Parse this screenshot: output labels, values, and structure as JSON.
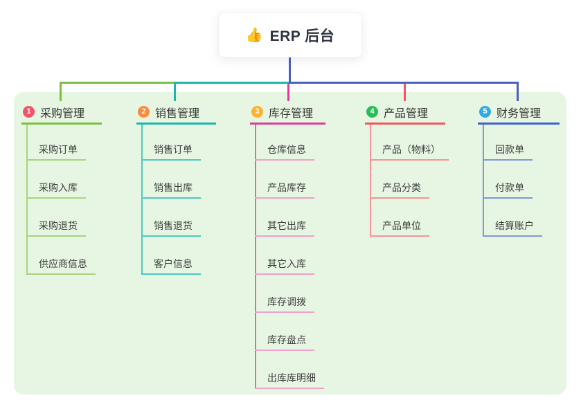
{
  "root": {
    "icon_name": "thumbs-up-icon",
    "icon_glyph": "👍",
    "title": "ERP 后台"
  },
  "colors": {
    "panel_bg": "#e7f6e2",
    "root_connector": "#4a5ec2"
  },
  "branches": [
    {
      "number": "1",
      "title": "采购管理",
      "badge_color": "#f4536e",
      "line_color": "#7cbe3e",
      "trunk_color": "#a6d57e",
      "child_line_color": "#a6d57e",
      "connector_color": "#7cbe3e",
      "children": [
        "采购订单",
        "采购入库",
        "采购退货",
        "供应商信息"
      ]
    },
    {
      "number": "2",
      "title": "销售管理",
      "badge_color": "#f98b3b",
      "line_color": "#1db5ac",
      "trunk_color": "#4cc9be",
      "child_line_color": "#4cc9be",
      "connector_color": "#1db5ac",
      "children": [
        "销售订单",
        "销售出库",
        "销售退货",
        "客户信息"
      ]
    },
    {
      "number": "3",
      "title": "库存管理",
      "badge_color": "#ffb02e",
      "line_color": "#de3b9d",
      "trunk_color": "#e566ad",
      "child_line_color": "#f0a0cc",
      "connector_color": "#de3b9d",
      "children": [
        "仓库信息",
        "产品库存",
        "其它出库",
        "其它入库",
        "库存调拨",
        "库存盘点",
        "出库库明细"
      ]
    },
    {
      "number": "4",
      "title": "产品管理",
      "badge_color": "#2abd57",
      "line_color": "#f6535e",
      "trunk_color": "#f79298",
      "child_line_color": "#f79298",
      "connector_color": "#f6535e",
      "children": [
        "产品（物料）",
        "产品分类",
        "产品单位"
      ]
    },
    {
      "number": "5",
      "title": "财务管理",
      "badge_color": "#32abe2",
      "line_color": "#3d60d2",
      "trunk_color": "#8097d8",
      "child_line_color": "#8097d8",
      "connector_color": "#4a5ec2",
      "children": [
        "回款单",
        "付款单",
        "结算账户"
      ]
    }
  ]
}
